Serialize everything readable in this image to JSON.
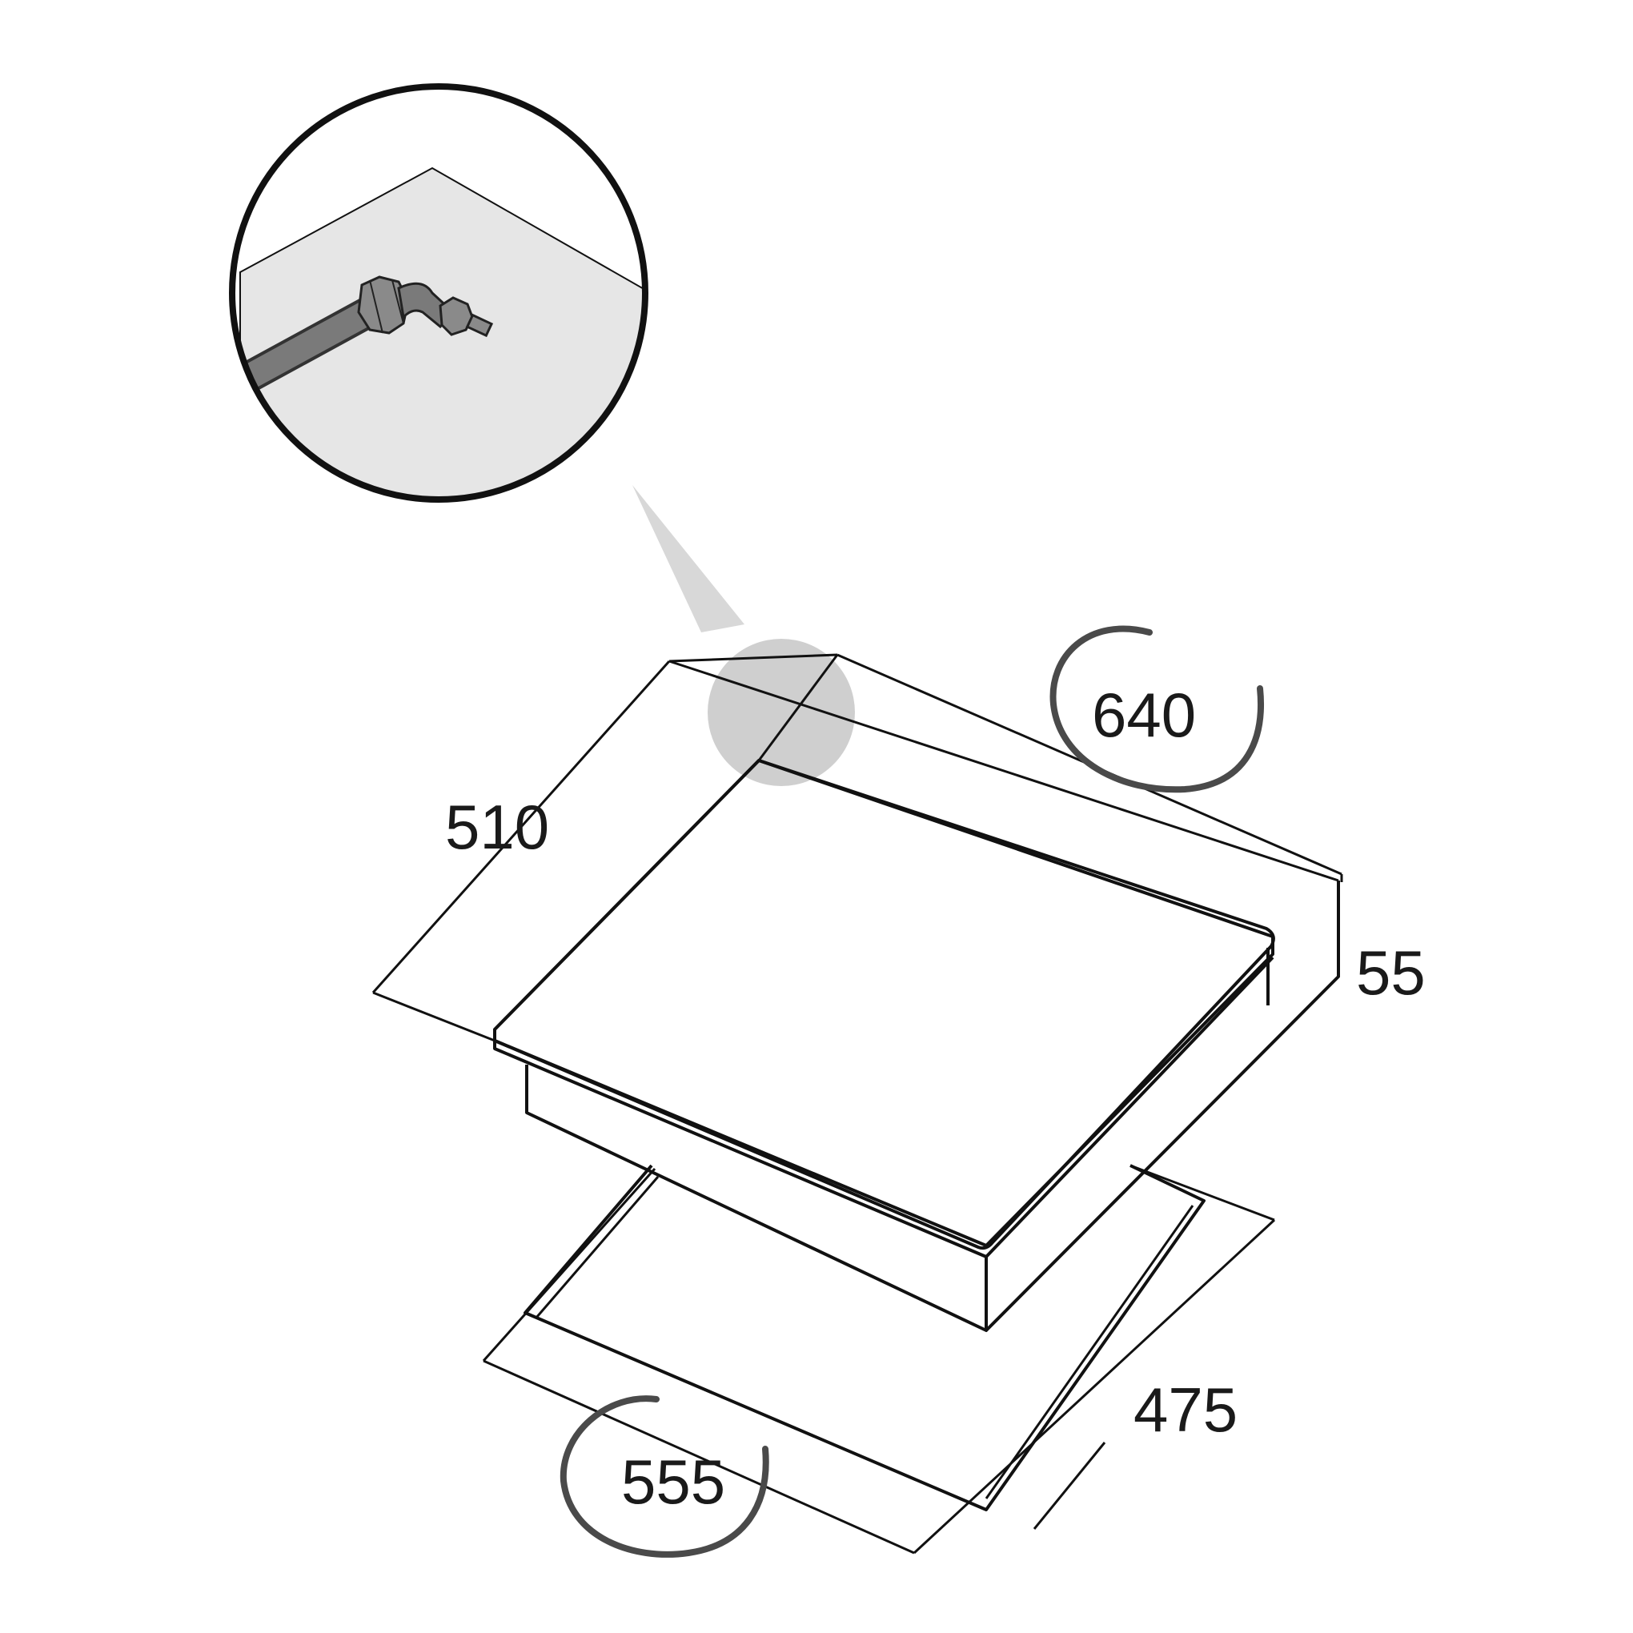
{
  "dimensions": {
    "width_top": "640",
    "depth_top": "510",
    "height": "55",
    "cutout_width": "555",
    "cutout_depth": "475"
  },
  "colors": {
    "line": "#111111",
    "detail_fill": "#e6e6e6",
    "highlight_fill": "#cfcfcf",
    "pipe": "#7a7a7a",
    "swoosh": "#4a4a4a"
  },
  "icons": {
    "gas_connection": "gas-pipe-fitting-icon"
  }
}
